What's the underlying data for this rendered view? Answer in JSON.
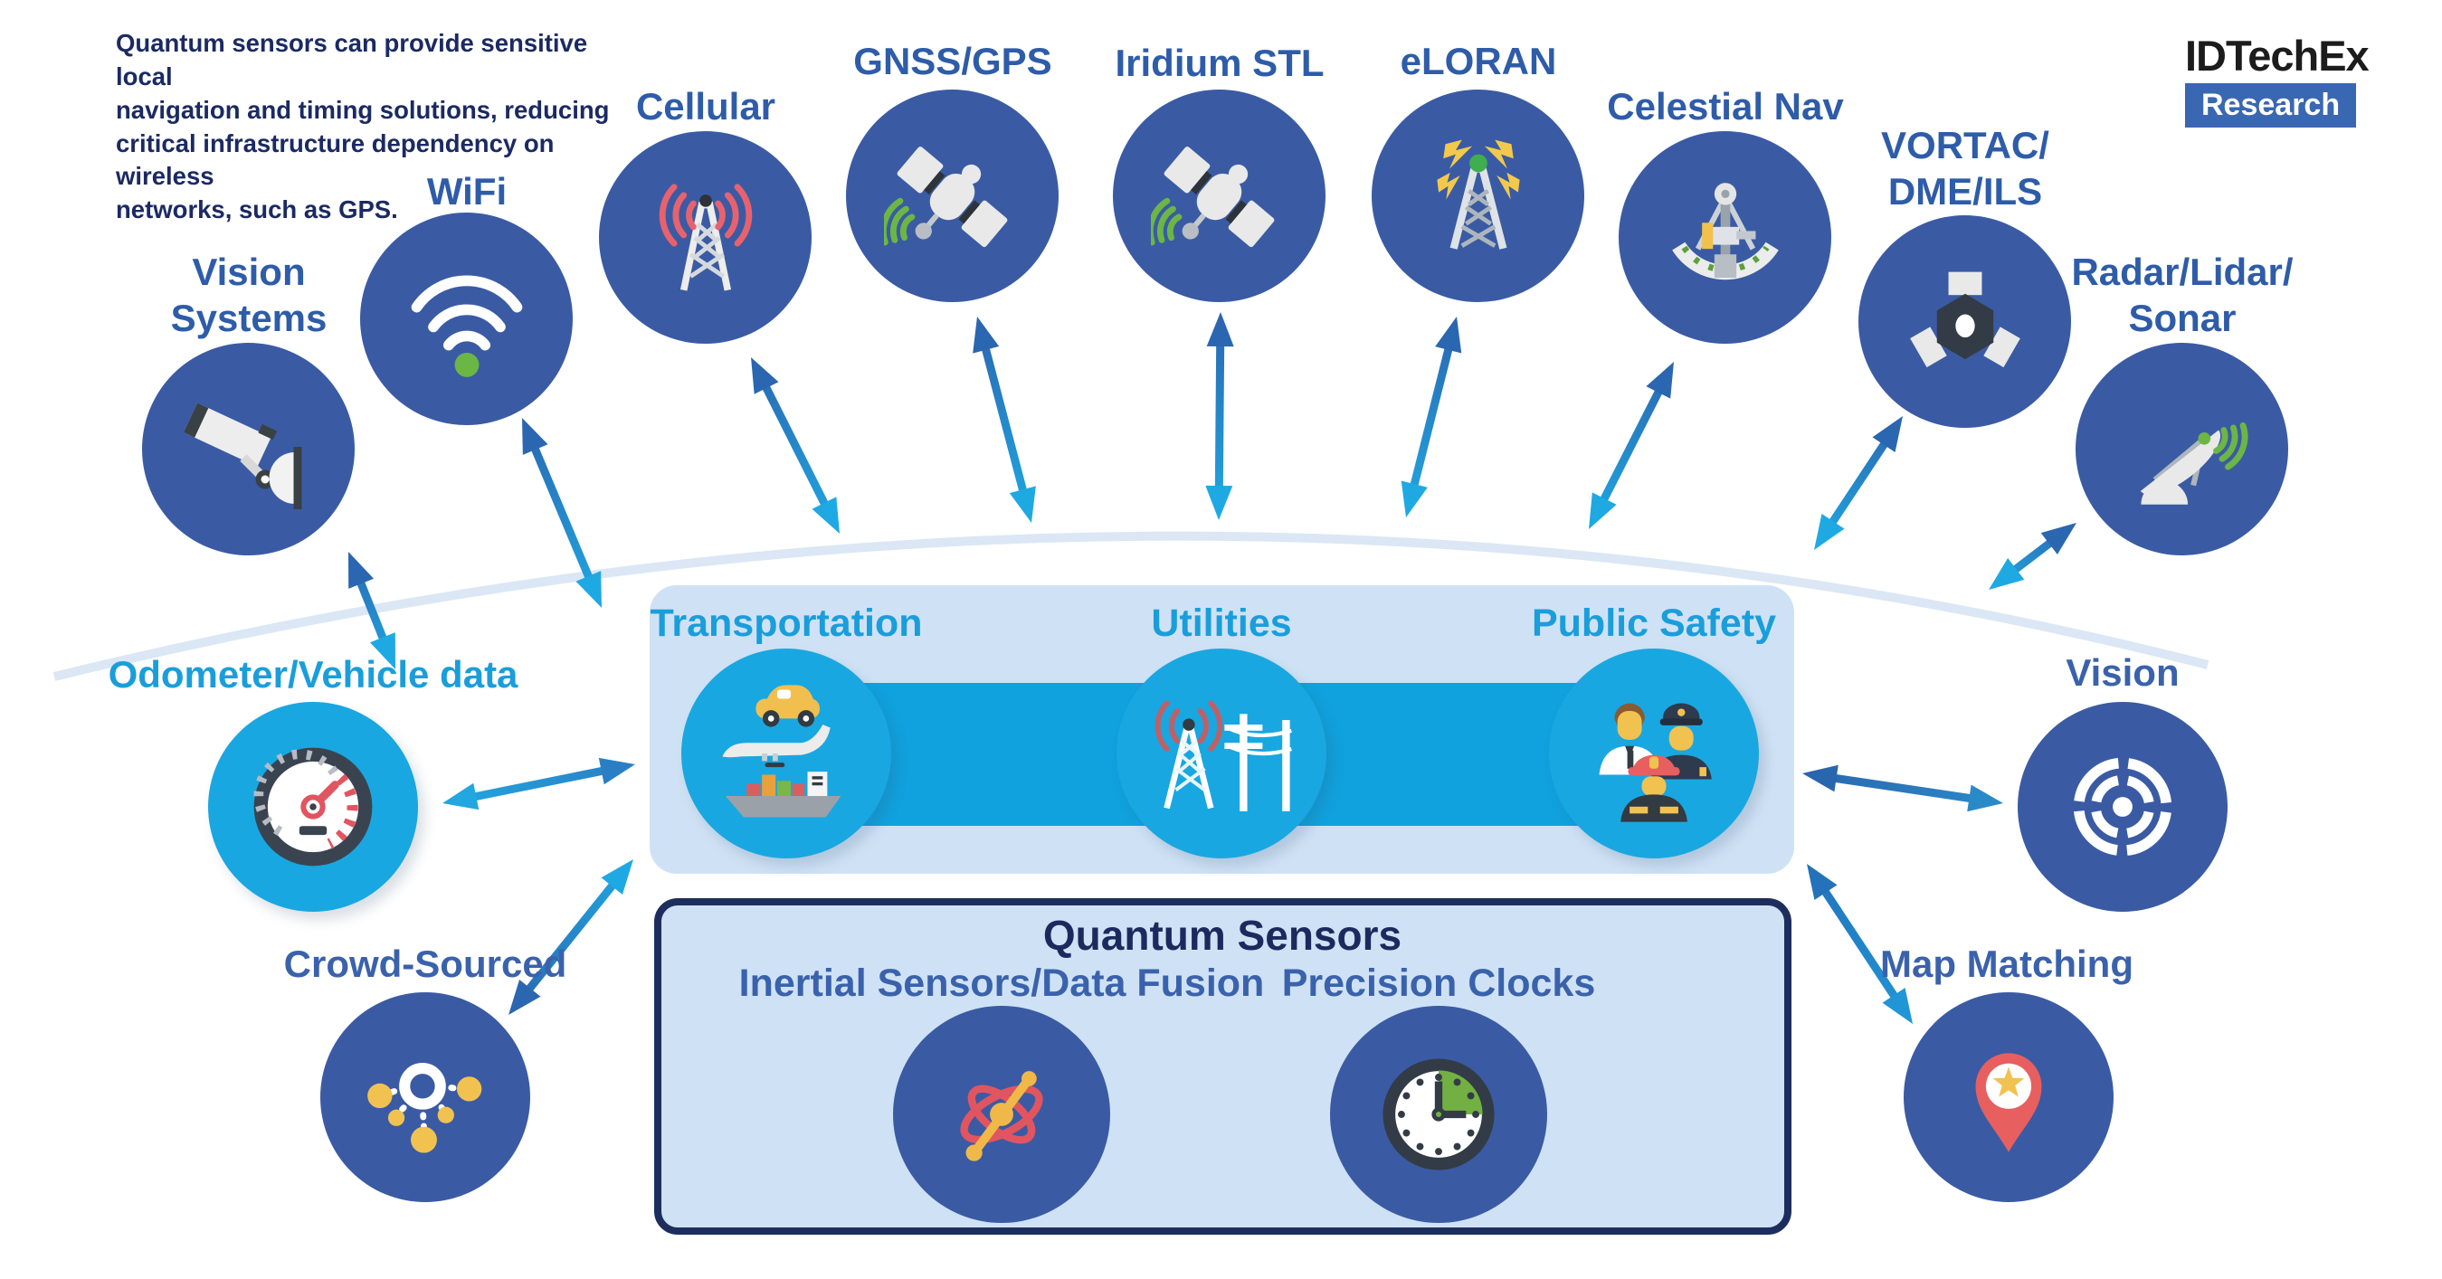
{
  "intro": "Quantum sensors can provide sensitive local\nnavigation and timing solutions, reducing\ncritical infrastructure dependency on wireless\nnetworks, such as GPS.",
  "logo": {
    "brand": "IDTechEx",
    "division": "Research"
  },
  "signal_sources": [
    {
      "label": "Vision\nSystems",
      "icon": "cctv-camera-icon"
    },
    {
      "label": "WiFi",
      "icon": "wifi-icon"
    },
    {
      "label": "Cellular",
      "icon": "cell-tower-icon"
    },
    {
      "label": "GNSS/GPS",
      "icon": "satellite-icon"
    },
    {
      "label": "Iridium STL",
      "icon": "satellite-icon"
    },
    {
      "label": "eLORAN",
      "icon": "radio-mast-icon"
    },
    {
      "label": "Celestial Nav",
      "icon": "sextant-icon"
    },
    {
      "label": "VORTAC/\nDME/ILS",
      "icon": "vortac-station-icon"
    },
    {
      "label": "Radar/Lidar/\nSonar",
      "icon": "radar-dish-icon"
    }
  ],
  "local_sources": [
    {
      "label": "Odometer/Vehicle data",
      "icon": "speedometer-icon"
    },
    {
      "label": "Crowd-Sourced",
      "icon": "network-nodes-icon"
    },
    {
      "label": "Vision",
      "icon": "target-rings-icon"
    },
    {
      "label": "Map Matching",
      "icon": "map-pin-star-icon"
    }
  ],
  "applications": [
    {
      "label": "Transportation",
      "icon": "vehicles-icon"
    },
    {
      "label": "Utilities",
      "icon": "power-grid-icon"
    },
    {
      "label": "Public Safety",
      "icon": "first-responders-icon"
    }
  ],
  "quantum_sensors": {
    "title": "Quantum Sensors",
    "items": [
      {
        "label": "Inertial Sensors/Data Fusion",
        "icon": "atom-icon"
      },
      {
        "label": "Precision Clocks",
        "icon": "clock-icon"
      }
    ]
  },
  "colors": {
    "dark_circle": "#3a5ba4",
    "cyan_circle": "#19a7e1",
    "cyan_band": "#10a2de",
    "light_panel": "#cfe2f5",
    "navy_text": "#1b2a63",
    "label_blue": "#2e5ca9",
    "label_cyan": "#1a9edb",
    "quantum_border": "#1d2e5e",
    "arrow_dark": "#2b66b0",
    "arrow_cyan": "#1fa9e2",
    "logo_badge": "#3a67b1"
  }
}
